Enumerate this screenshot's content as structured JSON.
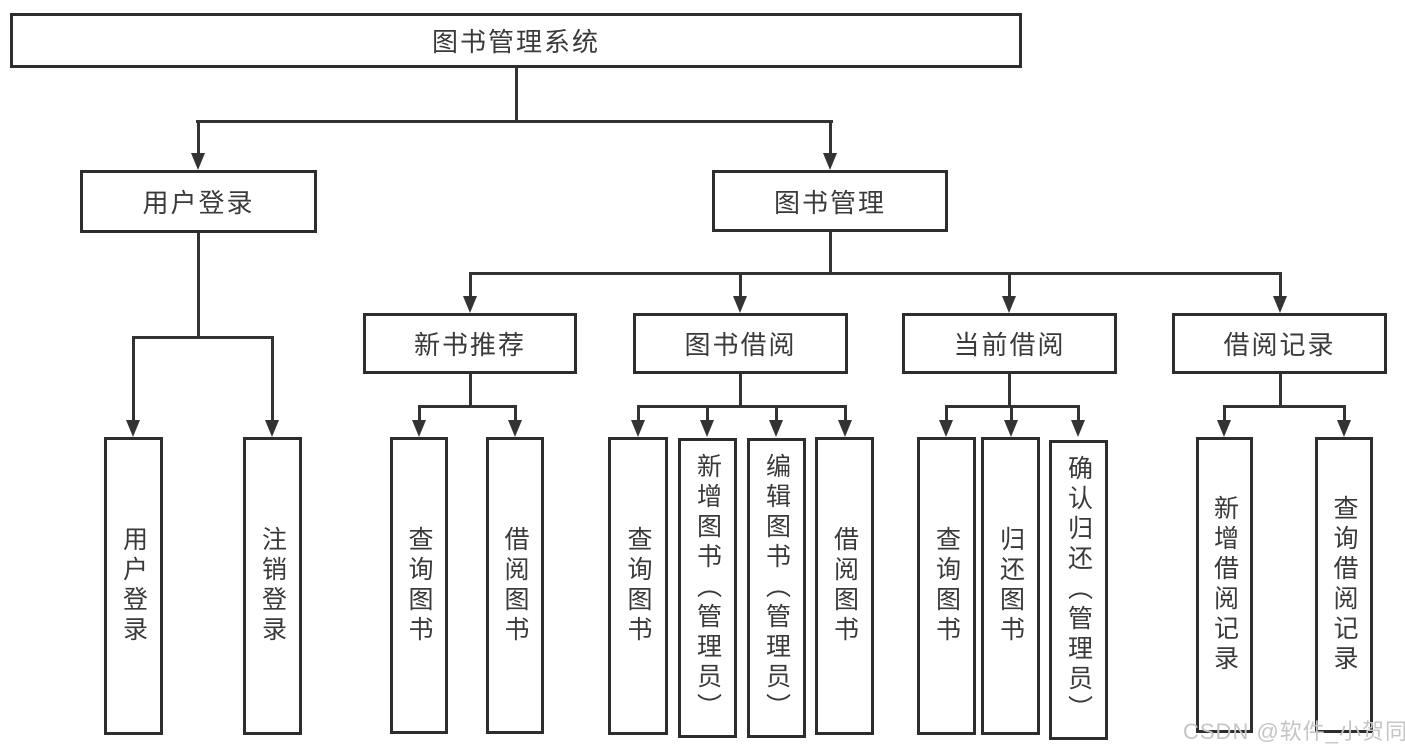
{
  "diagram": {
    "title": "图书管理系统",
    "watermark": "CSDN @软件_小贺同学",
    "colors": {
      "line": "#333333",
      "box_border": "#2d2d2d",
      "box_fill": "#ffffff",
      "text": "#3a3a3a",
      "watermark": "#c5c5c5"
    },
    "root": {
      "label": "图书管理系统"
    },
    "level2": [
      {
        "label": "用户登录"
      },
      {
        "label": "图书管理"
      }
    ],
    "level3": [
      {
        "label": "新书推荐"
      },
      {
        "label": "图书借阅"
      },
      {
        "label": "当前借阅"
      },
      {
        "label": "借阅记录"
      }
    ],
    "leaves": {
      "user_login": [
        "用户登录",
        "注销登录"
      ],
      "new_books": [
        "查询图书",
        "借阅图书"
      ],
      "borrow": [
        "查询图书",
        "新增图书（管理员）",
        "编辑图书（管理员）",
        "借阅图书"
      ],
      "current": [
        "查询图书",
        "归还图书",
        "确认归还（管理员）"
      ],
      "records": [
        "新增借阅记录",
        "查询借阅记录"
      ]
    }
  }
}
